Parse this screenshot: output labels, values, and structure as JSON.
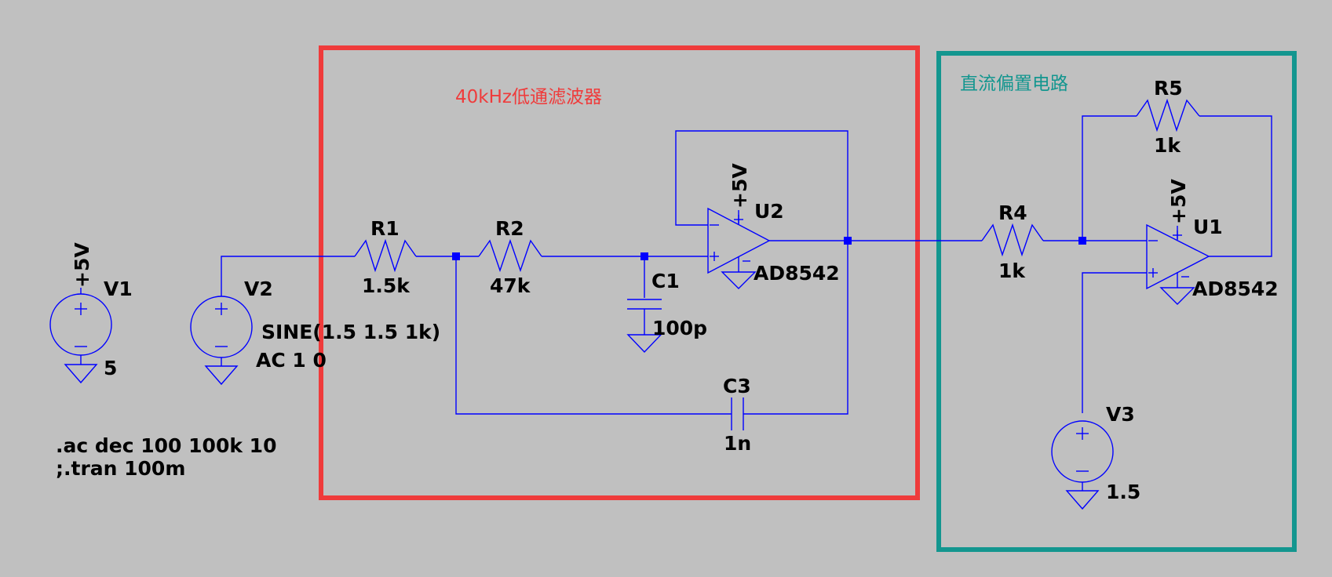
{
  "colors": {
    "background": "#c0c0c0",
    "wire": "#0000ff",
    "filter_box": "#ef3b3b",
    "bias_box": "#13968f",
    "text": "#000000"
  },
  "regions": {
    "filter_title": "40kHz低通滤波器",
    "bias_title": "直流偏置电路"
  },
  "components": {
    "V1": {
      "name": "V1",
      "value": "5",
      "net": "+5V"
    },
    "V2": {
      "name": "V2",
      "value": "SINE(1.5 1.5 1k)",
      "ac": "AC 1 0"
    },
    "V3": {
      "name": "V3",
      "value": "1.5"
    },
    "R1": {
      "name": "R1",
      "value": "1.5k"
    },
    "R2": {
      "name": "R2",
      "value": "47k"
    },
    "R4": {
      "name": "R4",
      "value": "1k"
    },
    "R5": {
      "name": "R5",
      "value": "1k"
    },
    "C1": {
      "name": "C1",
      "value": "100p"
    },
    "C3": {
      "name": "C3",
      "value": "1n"
    },
    "U2": {
      "name": "U2",
      "model": "AD8542",
      "supply": "+5V"
    },
    "U1": {
      "name": "U1",
      "model": "AD8542",
      "supply": "+5V"
    }
  },
  "directives": [
    ".ac dec 100 100k 10",
    ";.tran 100m"
  ],
  "icons": [
    "ground-icon",
    "voltage-source-icon",
    "resistor-icon",
    "capacitor-icon",
    "opamp-icon",
    "junction-dot"
  ]
}
